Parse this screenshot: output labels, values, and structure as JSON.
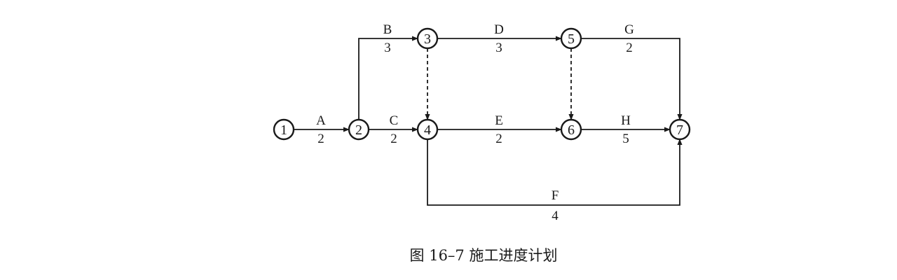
{
  "diagram": {
    "nodes": [
      {
        "id": "1",
        "label": "1"
      },
      {
        "id": "2",
        "label": "2"
      },
      {
        "id": "3",
        "label": "3"
      },
      {
        "id": "4",
        "label": "4"
      },
      {
        "id": "5",
        "label": "5"
      },
      {
        "id": "6",
        "label": "6"
      },
      {
        "id": "7",
        "label": "7"
      }
    ],
    "activities": [
      {
        "from": "1",
        "to": "2",
        "name": "A",
        "duration": "2",
        "type": "real"
      },
      {
        "from": "2",
        "to": "3",
        "name": "B",
        "duration": "3",
        "type": "real"
      },
      {
        "from": "2",
        "to": "4",
        "name": "C",
        "duration": "2",
        "type": "real"
      },
      {
        "from": "3",
        "to": "5",
        "name": "D",
        "duration": "3",
        "type": "real"
      },
      {
        "from": "4",
        "to": "6",
        "name": "E",
        "duration": "2",
        "type": "real"
      },
      {
        "from": "4",
        "to": "7",
        "name": "F",
        "duration": "4",
        "type": "real"
      },
      {
        "from": "5",
        "to": "7",
        "name": "G",
        "duration": "2",
        "type": "real"
      },
      {
        "from": "6",
        "to": "7",
        "name": "H",
        "duration": "5",
        "type": "real"
      },
      {
        "from": "3",
        "to": "4",
        "name": "",
        "duration": "",
        "type": "dummy"
      },
      {
        "from": "5",
        "to": "6",
        "name": "",
        "duration": "",
        "type": "dummy"
      }
    ],
    "colors": {
      "ink": "#1a1a1a",
      "background": "#ffffff"
    }
  },
  "caption": "图 16–7    施工进度计划"
}
